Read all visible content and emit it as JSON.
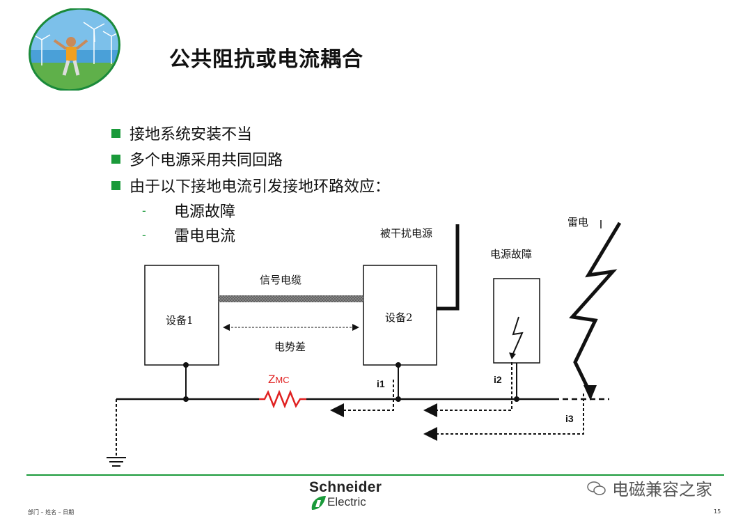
{
  "title": "公共阻抗或电流耦合",
  "bullets": [
    "接地系统安装不当",
    "多个电源采用共同回路",
    "由于以下接地电流引发接地环路效应："
  ],
  "sub_bullets": [
    {
      "dash": "-",
      "text": "电源故障"
    },
    {
      "dash": "-",
      "text": "雷电电流"
    }
  ],
  "diagram": {
    "device1": "设备1",
    "device2": "设备2",
    "signal_cable": "信号电缆",
    "potential_diff": "电势差",
    "disturbed_power": "被干扰电源",
    "power_fault": "电源故障",
    "lightning": "雷电",
    "zmc_z": "Z",
    "zmc_sub": "MC",
    "i1": "i1",
    "i2": "i2",
    "i3": "i3"
  },
  "footer": {
    "left": "部门 – 姓名 – 日期",
    "brand_line1": "Schneider",
    "brand_line2": "Electric",
    "page": "15",
    "watermark": "电磁兼容之家"
  },
  "colors": {
    "accent_green": "#1a9a3a",
    "resistor_red": "#e02020"
  }
}
